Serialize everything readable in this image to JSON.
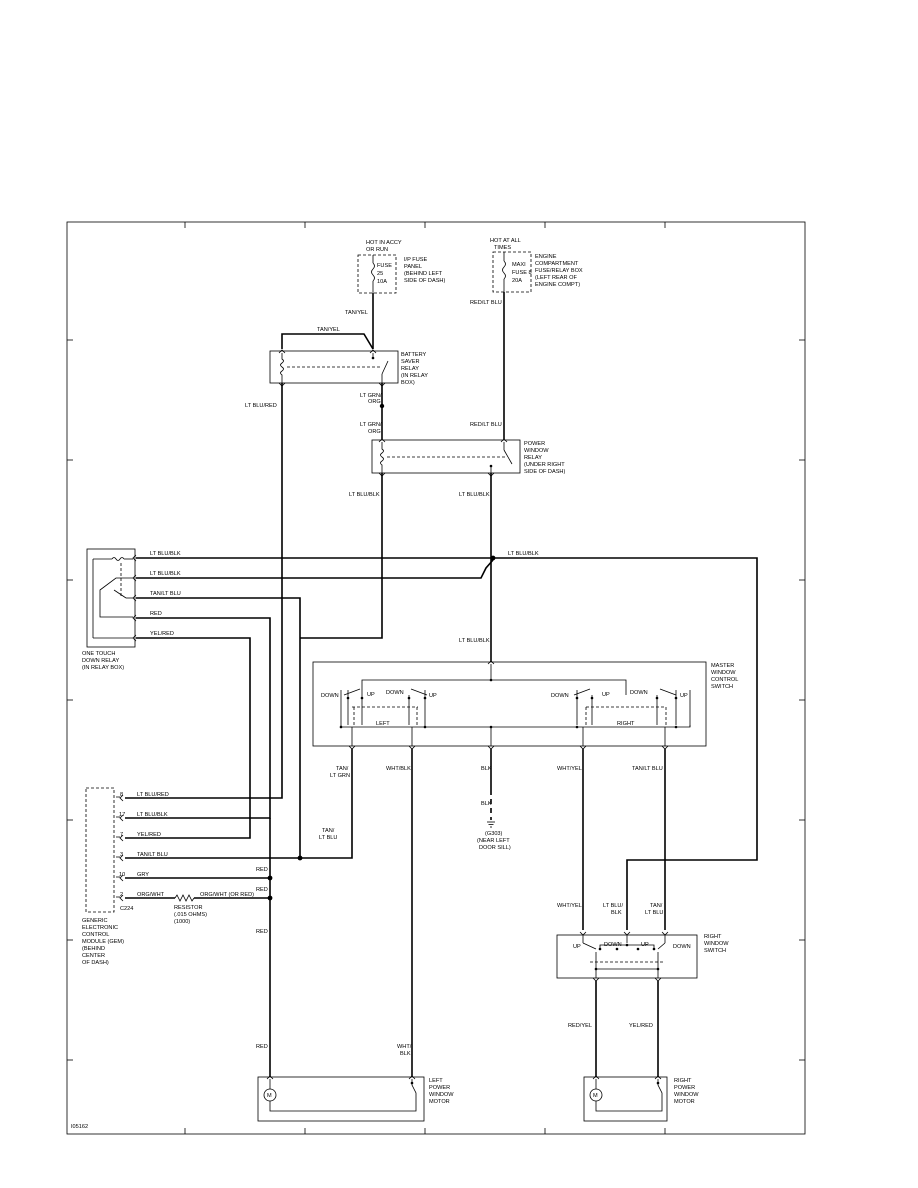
{
  "figure_id": "I05162",
  "sources": {
    "ip_fuse": {
      "supply": [
        "HOT IN ACCY",
        "OR RUN"
      ],
      "fuse": [
        "FUSE",
        "25",
        "10A"
      ],
      "location": [
        "I/P FUSE",
        "PANEL",
        "(BEHIND LEFT",
        "SIDE OF DASH)"
      ]
    },
    "maxi_fuse": {
      "supply": [
        "HOT AT ALL",
        "TIMES"
      ],
      "fuse": [
        "MAXI",
        "FUSE 8",
        "20A"
      ],
      "location": [
        "ENGINE",
        "COMPARTMENT",
        "FUSE/RELAY BOX",
        "(LEFT REAR OF",
        "ENGINE COMPT)"
      ]
    }
  },
  "components": {
    "battery_saver_relay": [
      "BATTERY",
      "SAVER",
      "RELAY",
      "(IN RELAY",
      "BOX)"
    ],
    "power_window_relay": [
      "POWER",
      "WINDOW",
      "RELAY",
      "(UNDER RIGHT",
      "SIDE OF DASH)"
    ],
    "one_touch_relay": [
      "ONE TOUCH",
      "DOWN RELAY",
      "(IN RELAY BOX)"
    ],
    "master_switch": [
      "MASTER",
      "WINDOW",
      "CONTROL",
      "SWITCH"
    ],
    "gem": [
      "GENERIC",
      "ELECTRONIC",
      "CONTROL",
      "MODULE (GEM)",
      "(BEHIND",
      "CENTER",
      "OF DASH)"
    ],
    "gem_connector": "C224",
    "resistor": [
      "RESISTOR",
      "(.015 OHMS)",
      "(1000)"
    ],
    "ground": [
      "(G303)",
      "(NEAR LEFT",
      "DOOR SILL)"
    ],
    "right_switch": [
      "RIGHT",
      "WINDOW",
      "SWITCH"
    ],
    "left_motor": [
      "LEFT",
      "POWER",
      "WINDOW",
      "MOTOR"
    ],
    "right_motor": [
      "RIGHT",
      "POWER",
      "WINDOW",
      "MOTOR"
    ],
    "motor_symbol": "M"
  },
  "switch_labels": {
    "up": "UP",
    "down": "DOWN",
    "left": "LEFT",
    "right": "RIGHT"
  },
  "wires": {
    "tan_yel": "TAN/YEL",
    "red_lt_blu": "RED/LT BLU",
    "lt_blu_red": "LT BLU/RED",
    "lt_grn_org": [
      "LT GRN/",
      "ORG"
    ],
    "lt_blu_blk": "LT BLU/BLK",
    "tan_lt_blu": "TAN/LT BLU",
    "red": "RED",
    "yel_red": "YEL/RED",
    "tan_lt_grn": [
      "TAN/",
      "LT GRN"
    ],
    "wht_blk": "WHT/BLK",
    "blk": "BLK",
    "wht_yel": "WHT/YEL",
    "tan_lt_blu_split": [
      "TAN/",
      "LT BLU"
    ],
    "gry": "GRY",
    "org_wht": "ORG/WHT",
    "org_wht_or_red": "ORG/WHT (OR RED)",
    "lt_blu_blk_split": [
      "LT BLU/",
      "BLK"
    ],
    "red_yel": "RED/YEL",
    "wht_blk_split": [
      "WHT/",
      "BLK"
    ]
  },
  "gem_pins": [
    "8",
    "17",
    "7",
    "3",
    "10",
    "2"
  ]
}
